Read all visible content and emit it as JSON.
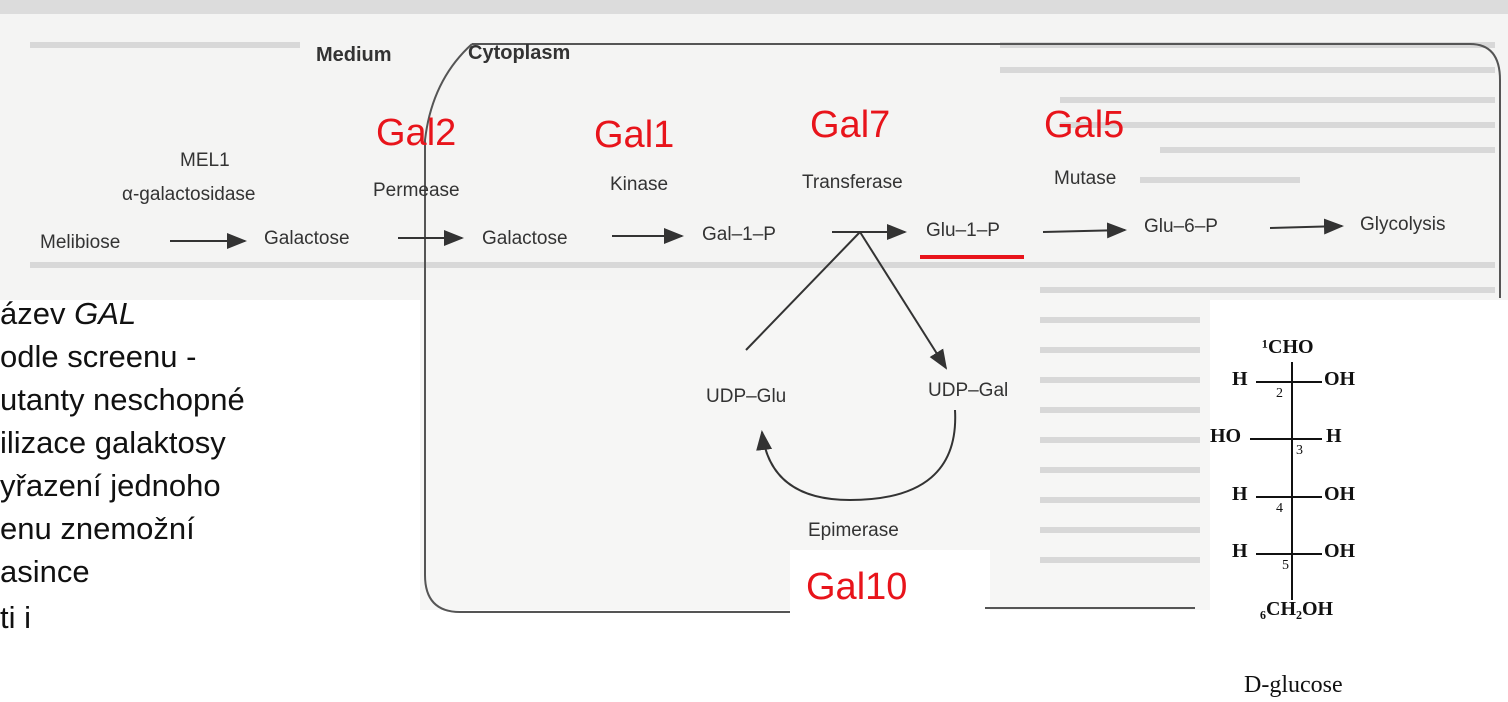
{
  "pathway": {
    "medium": "Medium",
    "cytoplasm": "Cytoplasm",
    "mel1": "MEL1",
    "alpha_gal": "α-galactosidase",
    "melibiose": "Melibiose",
    "galactose_out": "Galactose",
    "permease": "Permease",
    "galactose_in": "Galactose",
    "kinase": "Kinase",
    "gal1p": "Gal–1–P",
    "transferase": "Transferase",
    "glu1p": "Glu–1–P",
    "mutase": "Mutase",
    "glu6p": "Glu–6–P",
    "glycolysis": "Glycolysis",
    "udp_glu": "UDP–Glu",
    "udp_gal": "UDP–Gal",
    "epimerase": "Epimerase"
  },
  "genes": {
    "gal2": "Gal2",
    "gal1": "Gal1",
    "gal7": "Gal7",
    "gal5": "Gal5",
    "gal10": "Gal10"
  },
  "left_text": [
    "ázev  GAL",
    "odle screenu -",
    "utanty neschopné",
    "ilizace galaktosy",
    "yřazení jednoho",
    "enu znemožní",
    "asince",
    "ti  i"
  ],
  "glucose": {
    "c1": "¹CHO",
    "r2_left": "H",
    "r2_right": "OH",
    "n2": "2",
    "r3_left": "HO",
    "r3_right": "H",
    "n3": "3",
    "r4_left": "H",
    "r4_right": "OH",
    "n4": "4",
    "r5_left": "H",
    "r5_right": "OH",
    "n5": "5",
    "c6": "₆CH₂OH",
    "caption": "D-glucose"
  },
  "colors": {
    "gene_red": "#e8141b",
    "ink": "#333333"
  }
}
